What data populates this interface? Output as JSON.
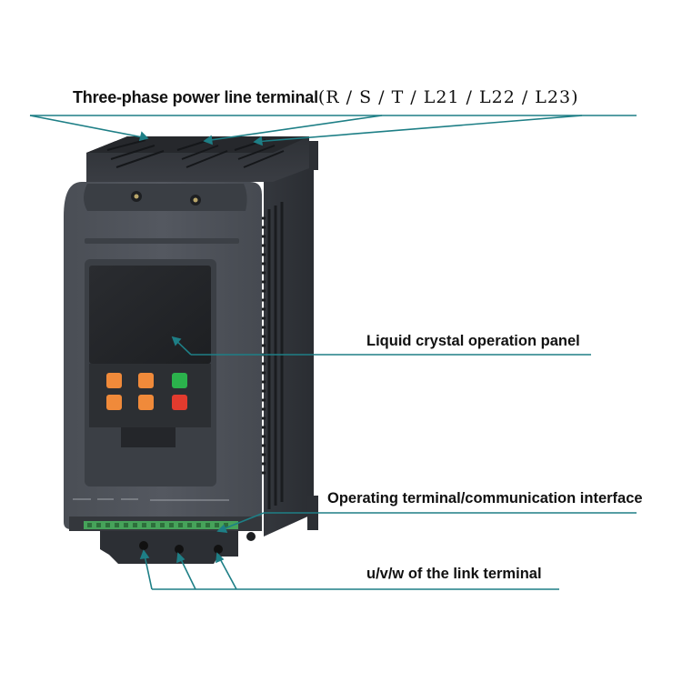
{
  "labels": {
    "power_line": "Three-phase power line terminal",
    "power_line_codes": "(R / S / T / L21 / L22 / L23)",
    "lcd_panel": "Liquid crystal operation panel",
    "operating_terminal": "Operating terminal/communication interface",
    "link_terminal": "u/v/w of the link terminal"
  },
  "colors": {
    "leader_line": "#1e7f86",
    "body": "#3f434b",
    "key_orange": "#f08a3a",
    "key_green": "#2bb24c",
    "key_red": "#e33b2e",
    "terminal_green": "#46a35a"
  }
}
